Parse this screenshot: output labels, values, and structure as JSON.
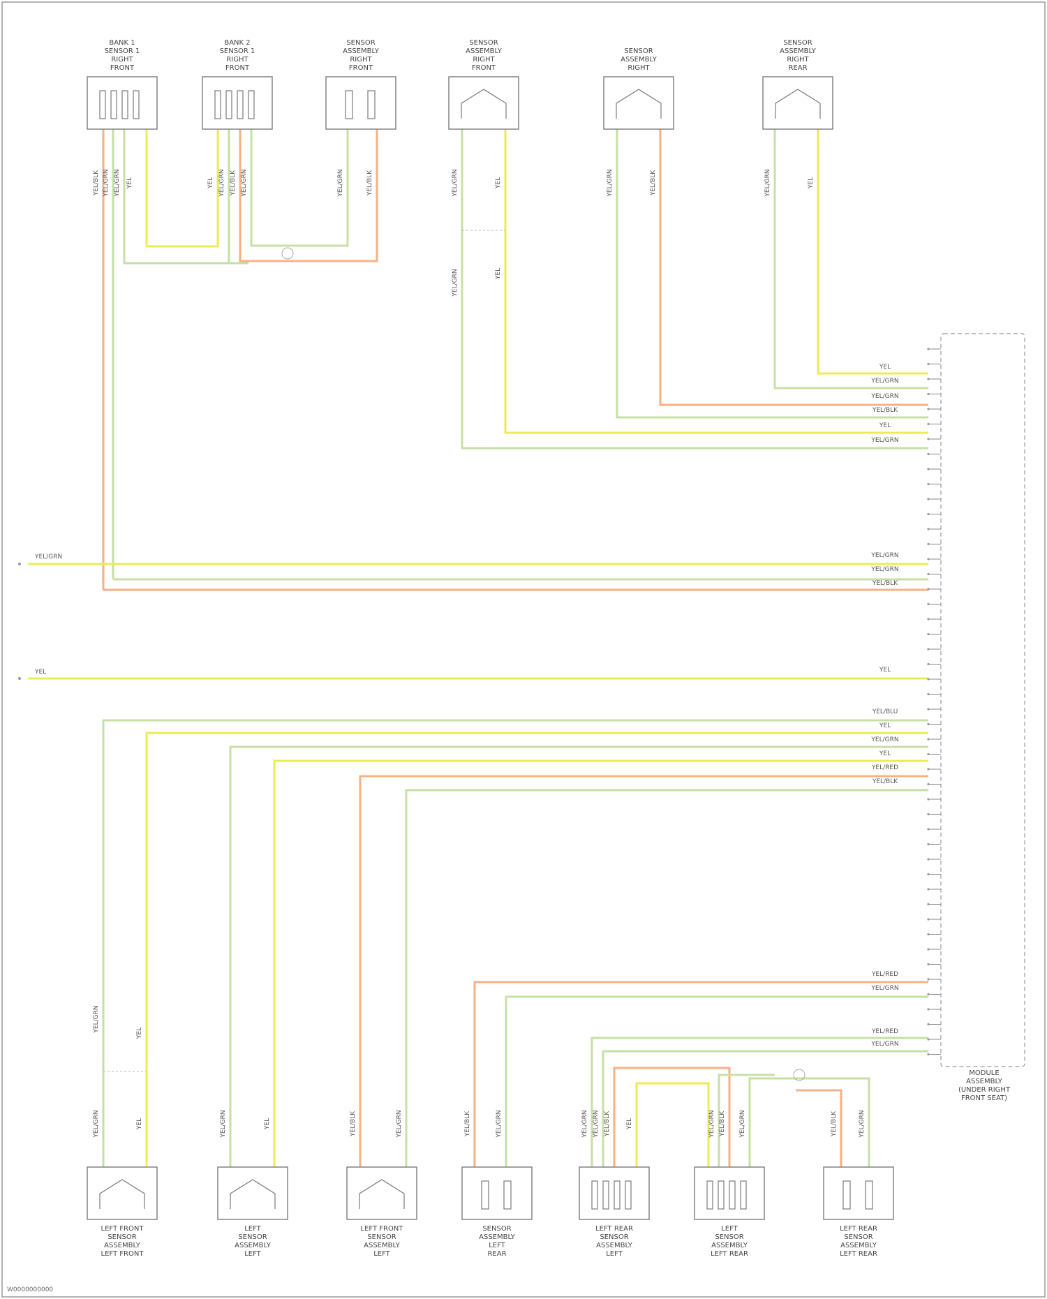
{
  "diagram": {
    "colors": {
      "yellow": "#ecec50",
      "orange": "#f6b184",
      "green": "#c6e0a4",
      "frame": "#9a9a9a",
      "connector": "#7a7a7a"
    },
    "top_connectors": [
      {
        "id": "t1",
        "lines": [
          "BANK 1",
          "SENSOR 1",
          "RIGHT",
          "FRONT"
        ],
        "type": "4pin"
      },
      {
        "id": "t2",
        "lines": [
          "BANK 2",
          "SENSOR 1",
          "RIGHT",
          "FRONT"
        ],
        "type": "4pin"
      },
      {
        "id": "t3",
        "lines": [
          "SENSOR",
          "ASSEMBLY",
          "RIGHT",
          "FRONT"
        ],
        "type": "2pin"
      },
      {
        "id": "t4",
        "lines": [
          "SENSOR",
          "ASSEMBLY",
          "RIGHT",
          "FRONT"
        ],
        "type": "shell"
      },
      {
        "id": "t5",
        "lines": [
          "SENSOR",
          "ASSEMBLY",
          "RIGHT"
        ],
        "type": "shell"
      },
      {
        "id": "t6",
        "lines": [
          "SENSOR",
          "ASSEMBLY",
          "RIGHT",
          "REAR"
        ],
        "type": "shell"
      }
    ],
    "bottom_connectors": [
      {
        "id": "b1",
        "lines": [
          "LEFT FRONT",
          "SENSOR",
          "ASSEMBLY",
          "LEFT FRONT"
        ],
        "type": "shell"
      },
      {
        "id": "b2",
        "lines": [
          "LEFT",
          "SENSOR",
          "ASSEMBLY",
          "LEFT"
        ],
        "type": "shell"
      },
      {
        "id": "b3",
        "lines": [
          "LEFT FRONT",
          "SENSOR",
          "ASSEMBLY",
          "LEFT"
        ],
        "type": "shell"
      },
      {
        "id": "b4",
        "lines": [
          "SENSOR",
          "ASSEMBLY",
          "LEFT",
          "REAR"
        ],
        "type": "2pin"
      },
      {
        "id": "b5",
        "lines": [
          "LEFT REAR",
          "SENSOR",
          "ASSEMBLY",
          "LEFT"
        ],
        "type": "4pin"
      },
      {
        "id": "b6",
        "lines": [
          "LEFT",
          "SENSOR",
          "ASSEMBLY",
          "LEFT REAR"
        ],
        "type": "4pin"
      },
      {
        "id": "b7",
        "lines": [
          "LEFT REAR",
          "SENSOR",
          "ASSEMBLY",
          "LEFT REAR"
        ],
        "type": "2pin"
      }
    ],
    "module": {
      "lines": [
        "MODULE",
        "ASSEMBLY",
        "(UNDER RIGHT",
        "FRONT SEAT)"
      ]
    },
    "left_entries": [
      {
        "label": "YEL/GRN"
      },
      {
        "label": "YEL"
      }
    ],
    "wire_labels": {
      "yellow": "YEL",
      "yel_blk": "YEL/BLK",
      "yel_grn": "YEL/GRN",
      "yel_red": "YEL/RED",
      "yel_blu": "YEL/BLU"
    },
    "footer_code": "W0000000000"
  }
}
